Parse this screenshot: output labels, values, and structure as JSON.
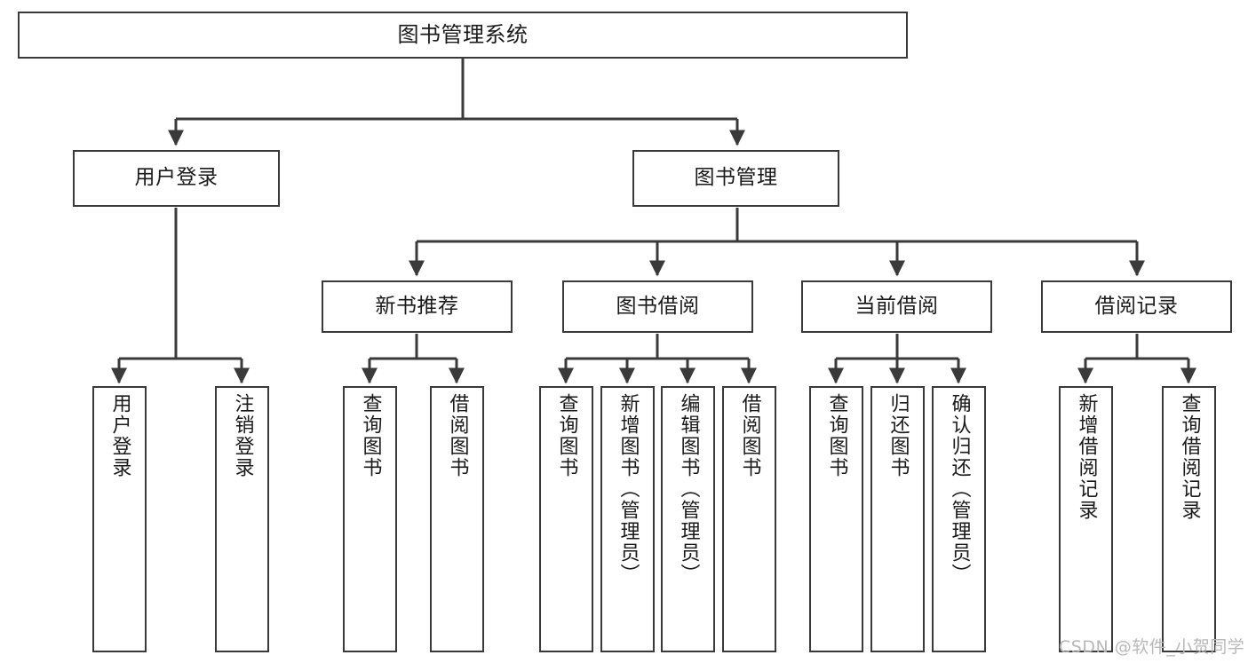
{
  "diagram": {
    "title": "图书管理系统",
    "watermark": "CSDN @软件_小贺同学",
    "colors": {
      "box_border": "#3a3a3a",
      "box_fill": "#ffffff",
      "connector": "#3a3a3a",
      "text": "#1a1a1a",
      "watermark": "#b8b8b8",
      "background": "#ffffff"
    },
    "levels": {
      "root": {
        "label": "图书管理系统"
      },
      "level2": [
        {
          "id": "user-login",
          "label": "用户登录"
        },
        {
          "id": "book-manage",
          "label": "图书管理"
        }
      ],
      "level3": [
        {
          "id": "new-book-recommend",
          "label": "新书推荐",
          "parent": "book-manage"
        },
        {
          "id": "book-borrow",
          "label": "图书借阅",
          "parent": "book-manage"
        },
        {
          "id": "current-borrow",
          "label": "当前借阅",
          "parent": "book-manage"
        },
        {
          "id": "borrow-record",
          "label": "借阅记录",
          "parent": "book-manage"
        }
      ],
      "leaves": [
        {
          "id": "leaf-user-login",
          "label": "用户登录",
          "parent": "user-login"
        },
        {
          "id": "leaf-user-logout",
          "label": "注销登录",
          "parent": "user-login"
        },
        {
          "id": "leaf-query-book-1",
          "label": "查询图书",
          "parent": "new-book-recommend"
        },
        {
          "id": "leaf-borrow-book-1",
          "label": "借阅图书",
          "parent": "new-book-recommend"
        },
        {
          "id": "leaf-query-book-2",
          "label": "查询图书",
          "parent": "book-borrow"
        },
        {
          "id": "leaf-add-book",
          "label": "新增图书（管理员）",
          "parent": "book-borrow"
        },
        {
          "id": "leaf-edit-book",
          "label": "编辑图书（管理员）",
          "parent": "book-borrow"
        },
        {
          "id": "leaf-borrow-book-2",
          "label": "借阅图书",
          "parent": "book-borrow"
        },
        {
          "id": "leaf-query-book-3",
          "label": "查询图书",
          "parent": "current-borrow"
        },
        {
          "id": "leaf-return-book",
          "label": "归还图书",
          "parent": "current-borrow"
        },
        {
          "id": "leaf-confirm-return",
          "label": "确认归还（管理员）",
          "parent": "current-borrow"
        },
        {
          "id": "leaf-add-record",
          "label": "新增借阅记录",
          "parent": "borrow-record"
        },
        {
          "id": "leaf-query-record",
          "label": "查询借阅记录",
          "parent": "borrow-record"
        }
      ]
    }
  }
}
